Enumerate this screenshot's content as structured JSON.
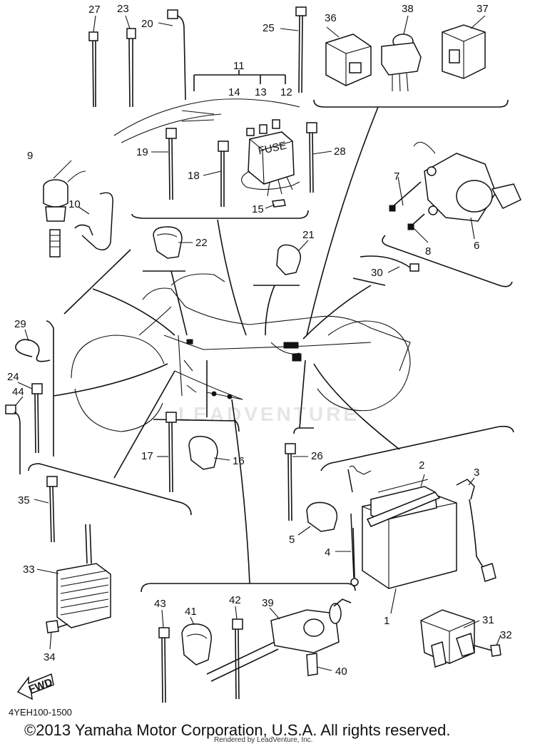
{
  "diagram": {
    "callouts": [
      "1",
      "2",
      "3",
      "4",
      "5",
      "6",
      "7",
      "8",
      "9",
      "10",
      "11",
      "12",
      "13",
      "14",
      "15",
      "16",
      "17",
      "18",
      "19",
      "20",
      "21",
      "22",
      "23",
      "24",
      "25",
      "26",
      "27",
      "28",
      "29",
      "30",
      "31",
      "32",
      "33",
      "34",
      "35",
      "36",
      "37",
      "38",
      "39",
      "40",
      "41",
      "42",
      "43",
      "44"
    ],
    "fuse_label": "FUSE",
    "fwd_label": "FWD",
    "part_code": "4YEH100-1500",
    "watermark": "LEADVENTURE"
  },
  "footer": {
    "copyright": "©2013 Yamaha Motor Corporation, U.S.A. All rights reserved.",
    "rendered_by": "Rendered by LeadVenture, Inc."
  }
}
